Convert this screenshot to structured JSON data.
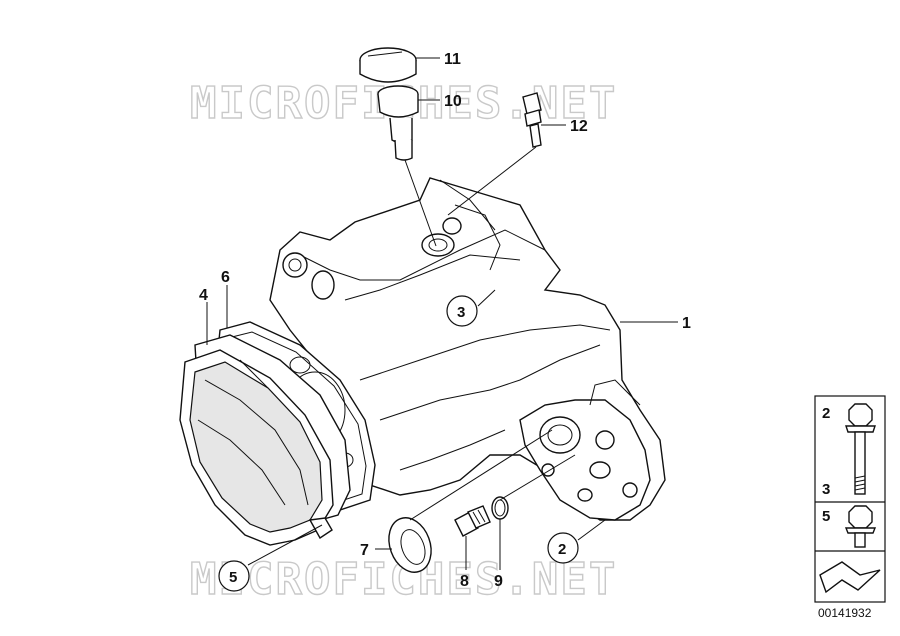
{
  "watermark": {
    "top": "MICROFICHES.NET",
    "bottom": "MICROFICHES.NET"
  },
  "callouts": {
    "p1": "1",
    "p2": "2",
    "p3": "3",
    "p4": "4",
    "p5": "5",
    "p6": "6",
    "p7": "7",
    "p8": "8",
    "p9": "9",
    "p10": "10",
    "p11": "11",
    "p12": "12"
  },
  "legend": {
    "item_a_top": "2",
    "item_a_bottom": "3",
    "item_b": "5"
  },
  "document_number": "00141932"
}
